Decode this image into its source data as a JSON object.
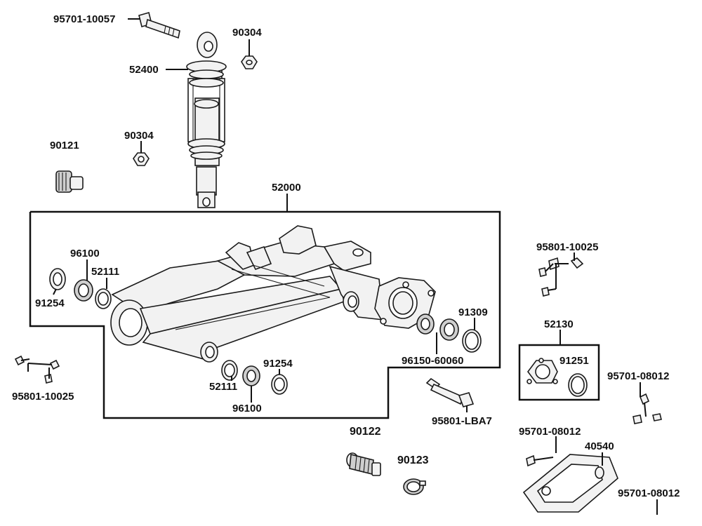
{
  "labels": {
    "l_9570110057": "95701-10057",
    "l_90304_a": "90304",
    "l_52400": "52400",
    "l_90304_b": "90304",
    "l_90121": "90121",
    "l_52000": "52000",
    "l_96100_a": "96100",
    "l_52111_a": "52111",
    "l_91254_a": "91254",
    "l_9580110025_a": "95801-10025",
    "l_91309": "91309",
    "l_9615060060": "96150-60060",
    "l_91254_b": "91254",
    "l_52111_b": "52111",
    "l_96100_b": "96100",
    "l_9580110025_b": "95801-10025",
    "l_52130": "52130",
    "l_91251": "91251",
    "l_9570108012_a": "95701-08012",
    "l_95801lba7": "95801-LBA7",
    "l_90122": "90122",
    "l_90123": "90123",
    "l_9570108012_b": "95701-08012",
    "l_40540": "40540",
    "l_9570108012_c": "95701-08012"
  }
}
